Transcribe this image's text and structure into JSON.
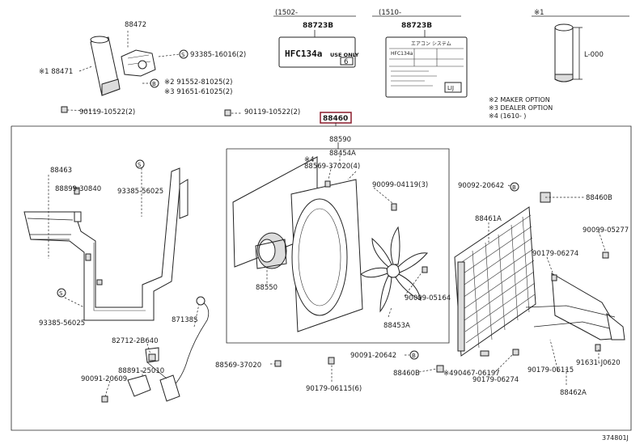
{
  "header": {
    "label1_code": "88723B",
    "label1_note": "(1502-",
    "label1_text_main": "HFC134a",
    "label1_text_sub": "USE ONLY",
    "label1_num": "6",
    "label2_code": "88723B",
    "label2_note": "(1510-",
    "label2_title": "エアコン システム",
    "label2_refrigerant": "HFC134a",
    "label2_unit": "LIJ",
    "can_note": "※1",
    "can_dim": "L-000"
  },
  "notes": {
    "n2": "※2 MAKER OPTION",
    "n3": "※3 DEALER OPTION",
    "n4": "※4 (1610-          )"
  },
  "main_callout": "88460",
  "parts": [
    {
      "code": "88472"
    },
    {
      "code": "93385-16016(2)"
    },
    {
      "code": "※1 88471"
    },
    {
      "code": "※2 91552-81025(2)"
    },
    {
      "code": "※3 91651-61025(2)"
    },
    {
      "code": "90119-10522(2)"
    },
    {
      "code": "90119-10522(2)"
    },
    {
      "code": "88590"
    },
    {
      "code": "88454A"
    },
    {
      "code": "※4"
    },
    {
      "code": "88569-37020(4)"
    },
    {
      "code": "90099-04119(3)"
    },
    {
      "code": "90092-20642"
    },
    {
      "code": "88460B"
    },
    {
      "code": "88463"
    },
    {
      "code": "88899-30840"
    },
    {
      "code": "93385-56025"
    },
    {
      "code": "88461A"
    },
    {
      "code": "90099-05277"
    },
    {
      "code": "90179-06274"
    },
    {
      "code": "88550"
    },
    {
      "code": "90099-05164"
    },
    {
      "code": "88453A"
    },
    {
      "code": "93385-56025"
    },
    {
      "code": "87138S"
    },
    {
      "code": "82712-2B640"
    },
    {
      "code": "88891-25010"
    },
    {
      "code": "90091-20609"
    },
    {
      "code": "88569-37020"
    },
    {
      "code": "90179-06115(6)"
    },
    {
      "code": "90091-20642"
    },
    {
      "code": "88460B"
    },
    {
      "code": "※490467-06197"
    },
    {
      "code": "90179-06274"
    },
    {
      "code": "90179-06115"
    },
    {
      "code": "91631-J0620"
    },
    {
      "code": "88462A"
    }
  ],
  "circle_marks": {
    "s": "S",
    "b": "B"
  },
  "figure_id": "374801J"
}
